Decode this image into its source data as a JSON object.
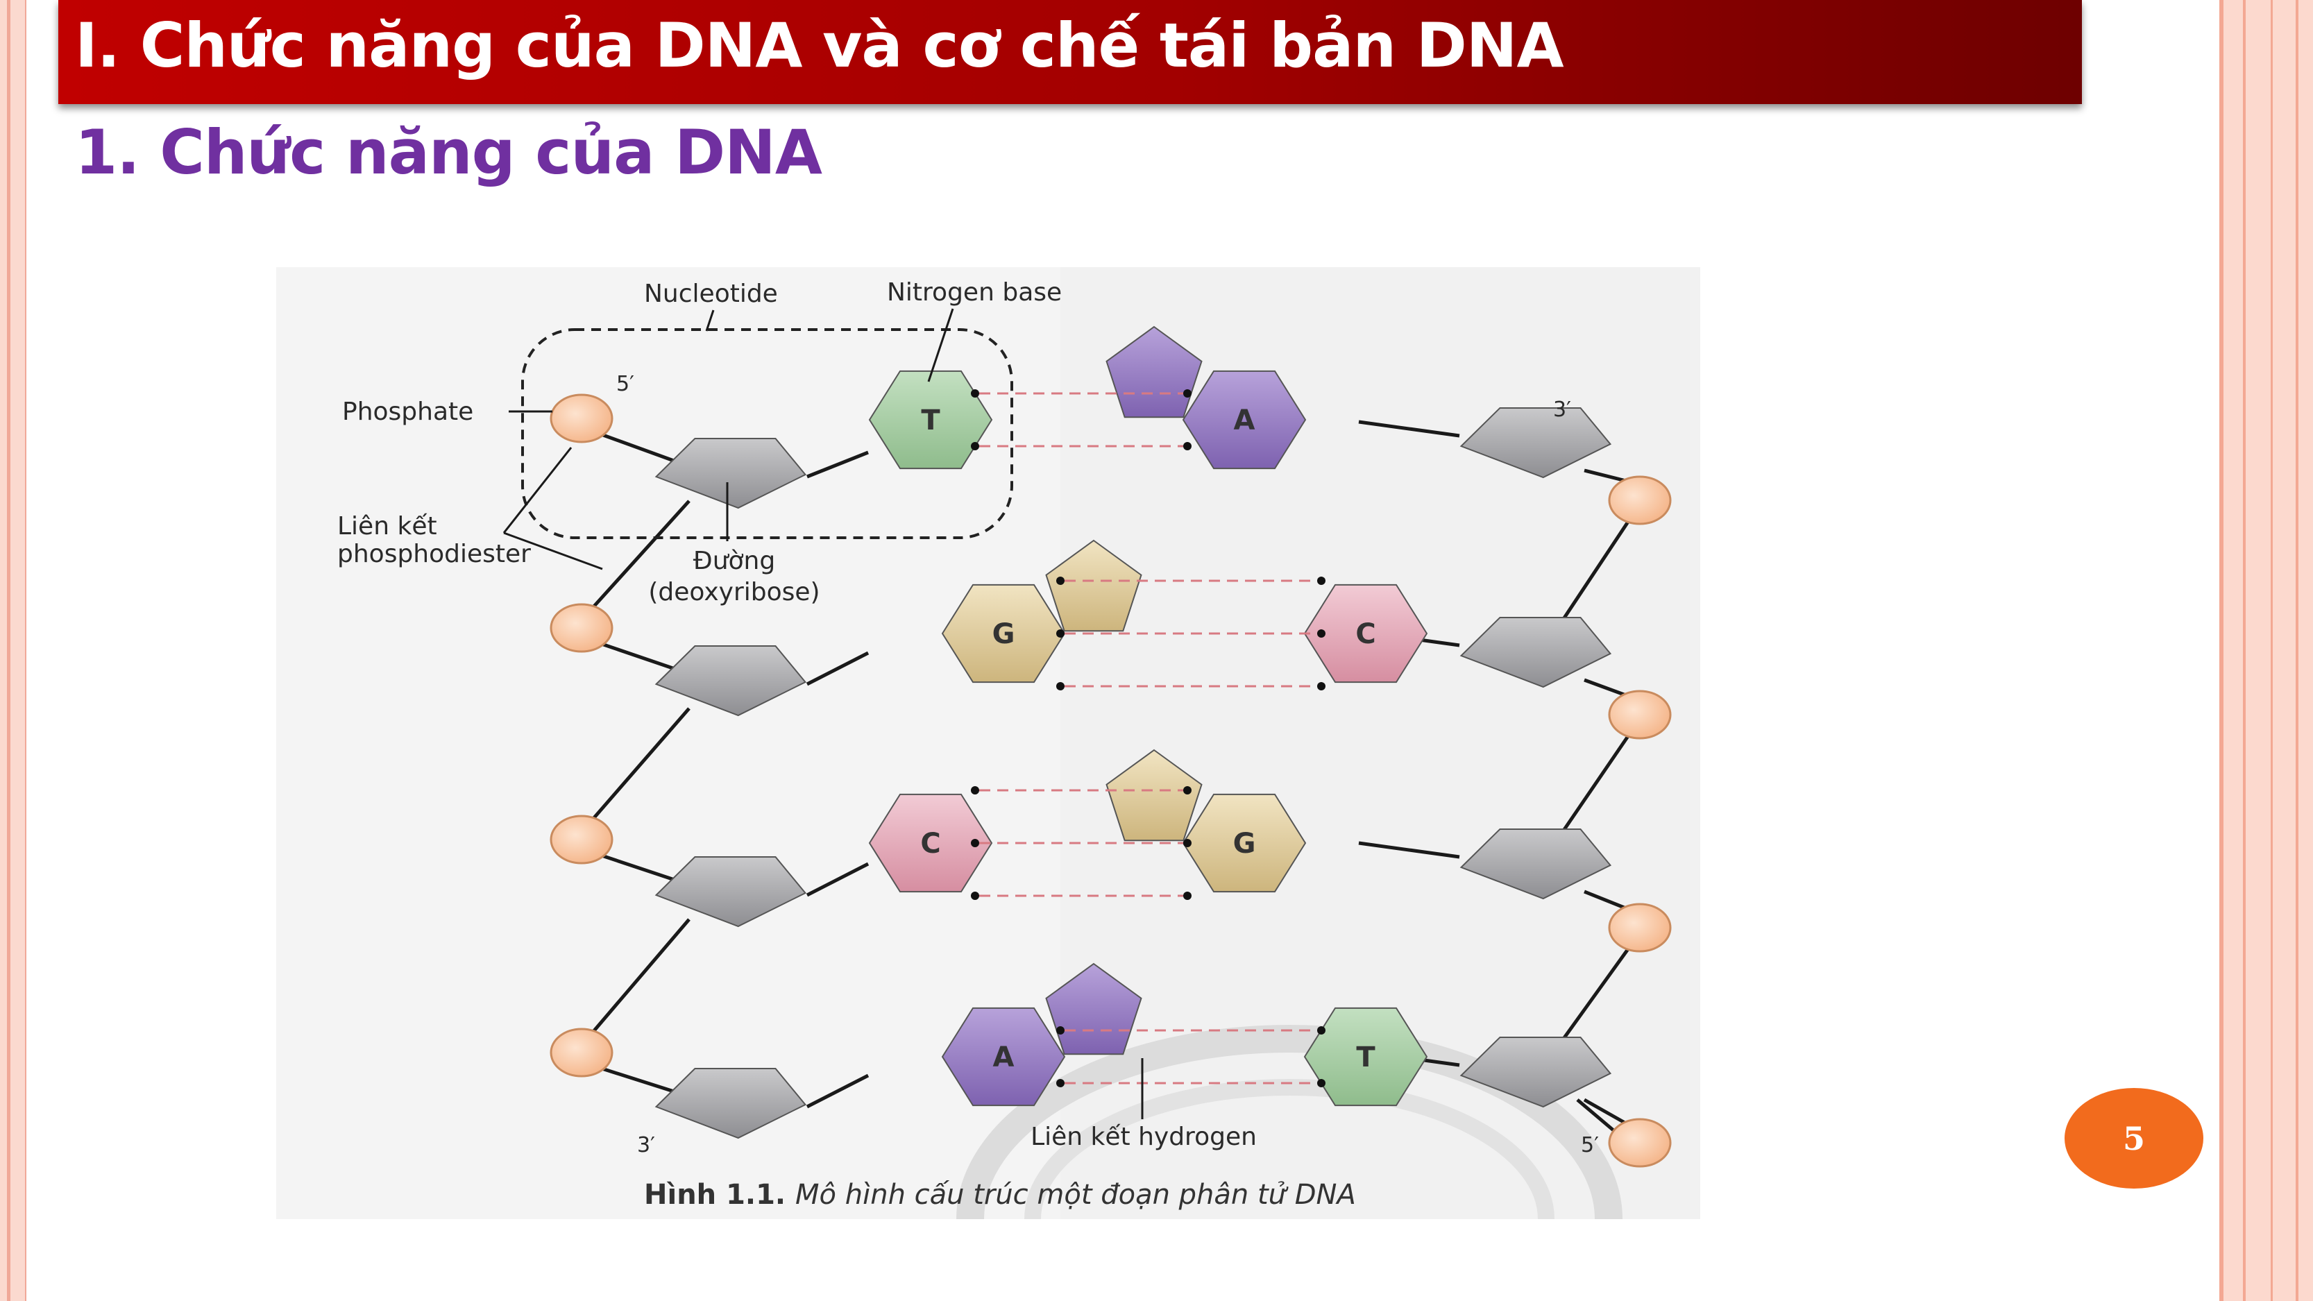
{
  "slide": {
    "title": "I. Chức năng của DNA và cơ chế tái bản DNA",
    "subtitle": "1. Chức năng của DNA",
    "page_number": "5"
  },
  "figure": {
    "labels": {
      "nucleotide": "Nucleotide",
      "nitrogen_base": "Nitrogen base",
      "phosphate": "Phosphate",
      "bond_line1": "Liên kết",
      "bond_line2": "phosphodiester",
      "sugar_line1": "Đường",
      "sugar_line2": "(deoxyribose)",
      "hydrogen_bond": "Liên kết hydrogen",
      "end_5_top": "5′",
      "end_3_top": "3′",
      "end_3_bottom": "3′",
      "end_5_bottom": "5′"
    },
    "caption_label": "Hình 1.1.",
    "caption_text": "Mô hình cấu trúc một đoạn phân tử DNA",
    "left_bases": [
      "T",
      "G",
      "C",
      "A"
    ],
    "right_bases": [
      "A",
      "C",
      "G",
      "T"
    ]
  },
  "colors": {
    "title_bar": "#c00000",
    "subtitle": "#7030a0",
    "badge": "#f26b1d",
    "phosphate": "#f9c9a4",
    "sugar": "#a9a9ab",
    "adenine": "#9f86c8",
    "thymine": "#a9cfa6",
    "guanine": "#e3cf9e",
    "cytosine": "#e4adbc",
    "hydrogen_bond": "#d87a82"
  }
}
